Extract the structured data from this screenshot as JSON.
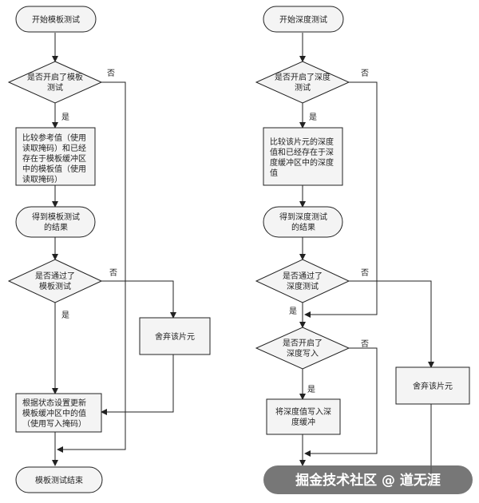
{
  "left": {
    "start": "开始模板测试",
    "decision1": [
      "是否开启了模板",
      "测试"
    ],
    "compare": [
      "比较参考值（使用",
      "读取掩码）和已经",
      "存在于模板缓冲区",
      "中的模板值（使用",
      "读取掩码）"
    ],
    "result": [
      "得到模板测试",
      "的结果"
    ],
    "decision2": [
      "是否通过了",
      "模板测试"
    ],
    "discard": "舍弃该片元",
    "update": [
      "根据状态设置更新",
      "模板缓冲区中的值",
      "（使用写入掩码）"
    ],
    "end": "模板测试结束"
  },
  "right": {
    "start": "开始深度测试",
    "decision1": [
      "是否开启了深度",
      "测试"
    ],
    "compare": [
      "比较该片元的深度",
      "值和已经存在于深",
      "度缓冲区中的深度",
      "值"
    ],
    "result": [
      "得到深度测试",
      "的结果"
    ],
    "decision2": [
      "是否通过了",
      "深度测试"
    ],
    "decision3": [
      "是否开启了",
      "深度写入"
    ],
    "write": [
      "将深度值写入深",
      "度缓冲"
    ],
    "discard": "舍弃该片元"
  },
  "yes": "是",
  "no": "否",
  "watermark": "掘金技术社区 @ 道无涯"
}
